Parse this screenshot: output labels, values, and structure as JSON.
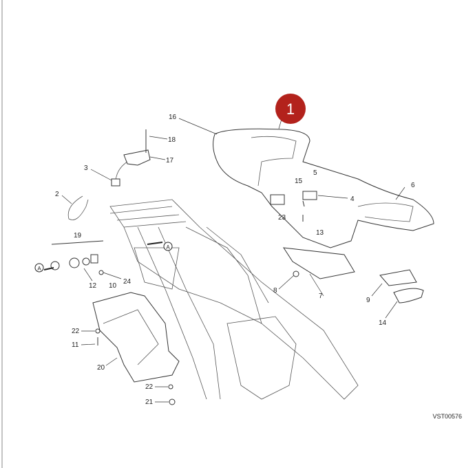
{
  "callout": {
    "number": "1",
    "color": "#b3221c"
  },
  "reference_code": "VST00576",
  "detail_marker": "A",
  "part_labels": [
    "16",
    "18",
    "17",
    "3",
    "2",
    "19",
    "12",
    "10",
    "24",
    "22",
    "11",
    "20",
    "22",
    "21",
    "15",
    "5",
    "4",
    "6",
    "23",
    "13",
    "8",
    "7",
    "9",
    "14"
  ]
}
